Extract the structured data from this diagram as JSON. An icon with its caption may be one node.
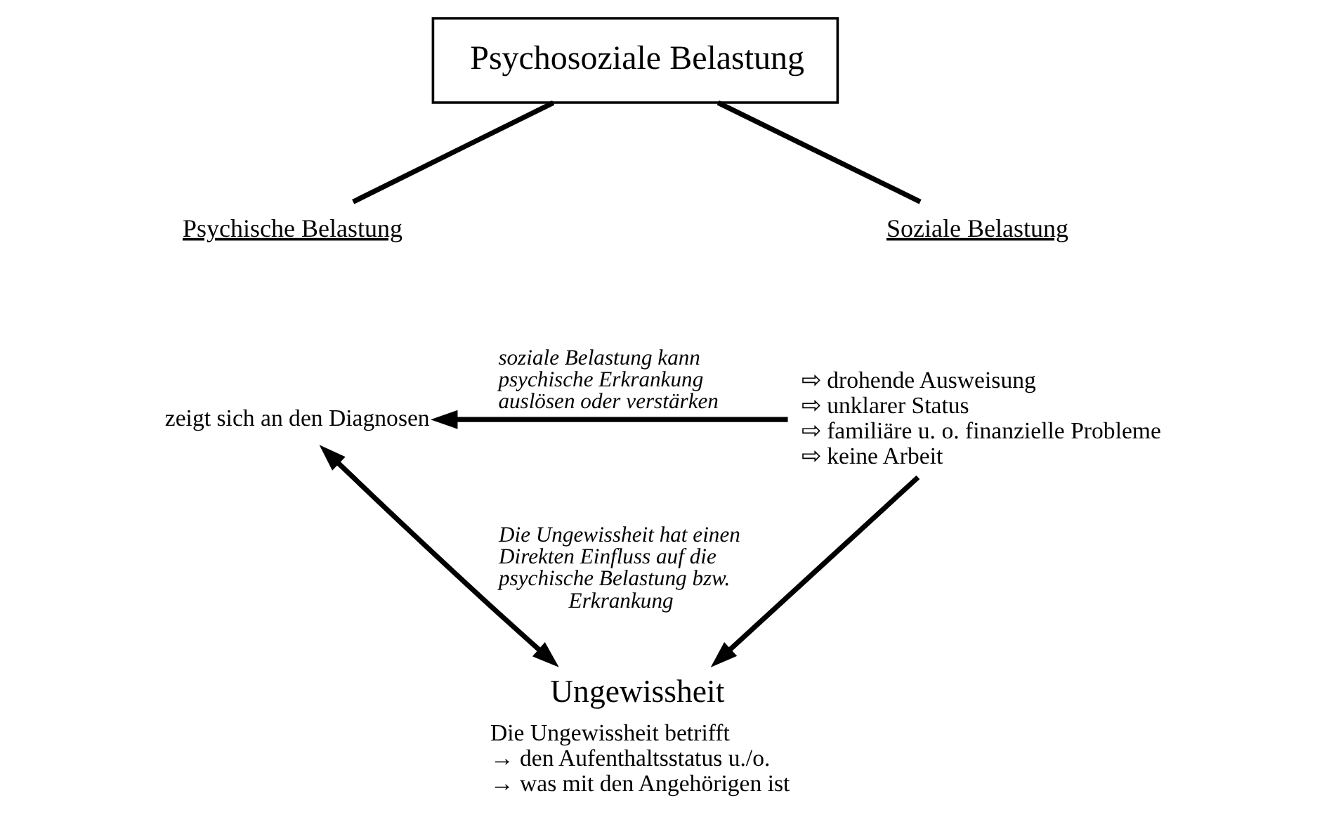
{
  "diagram": {
    "nodes": [
      {
        "text": [
          "Psychosoziale Belastung"
        ]
      },
      {
        "text": [
          "Psychische Belastung"
        ]
      },
      {
        "text": [
          "Soziale Belastung"
        ]
      },
      {
        "text": [
          "zeigt sich an den Diagnosen"
        ]
      },
      {
        "text": [
          "⇨ drohende Ausweisung",
          "⇨ unklarer Status",
          "⇨ familiäre u. o. finanzielle Probleme",
          "⇨ keine Arbeit"
        ]
      },
      {
        "text": [
          "Ungewissheit",
          "Die Ungewissheit betrifft",
          "→ den Aufenthaltsstatus u./o.",
          "→ was mit den Angehörigen ist"
        ]
      }
    ],
    "edges": [
      {
        "from": 0,
        "to": 1,
        "arrow": "none"
      },
      {
        "from": 0,
        "to": 2,
        "arrow": "none"
      },
      {
        "from": 4,
        "to": 3,
        "arrow": "to",
        "label": "soziale Belastung kann psychische Erkrankung auslösen oder verstärken"
      },
      {
        "from": 4,
        "to": 5,
        "arrow": "to"
      },
      {
        "from": 3,
        "to": 5,
        "arrow": "both",
        "label": "Die Ungewissheit hat einen Direkten Einfluss auf die psychische Belastung bzw. Erkrankung"
      }
    ]
  }
}
